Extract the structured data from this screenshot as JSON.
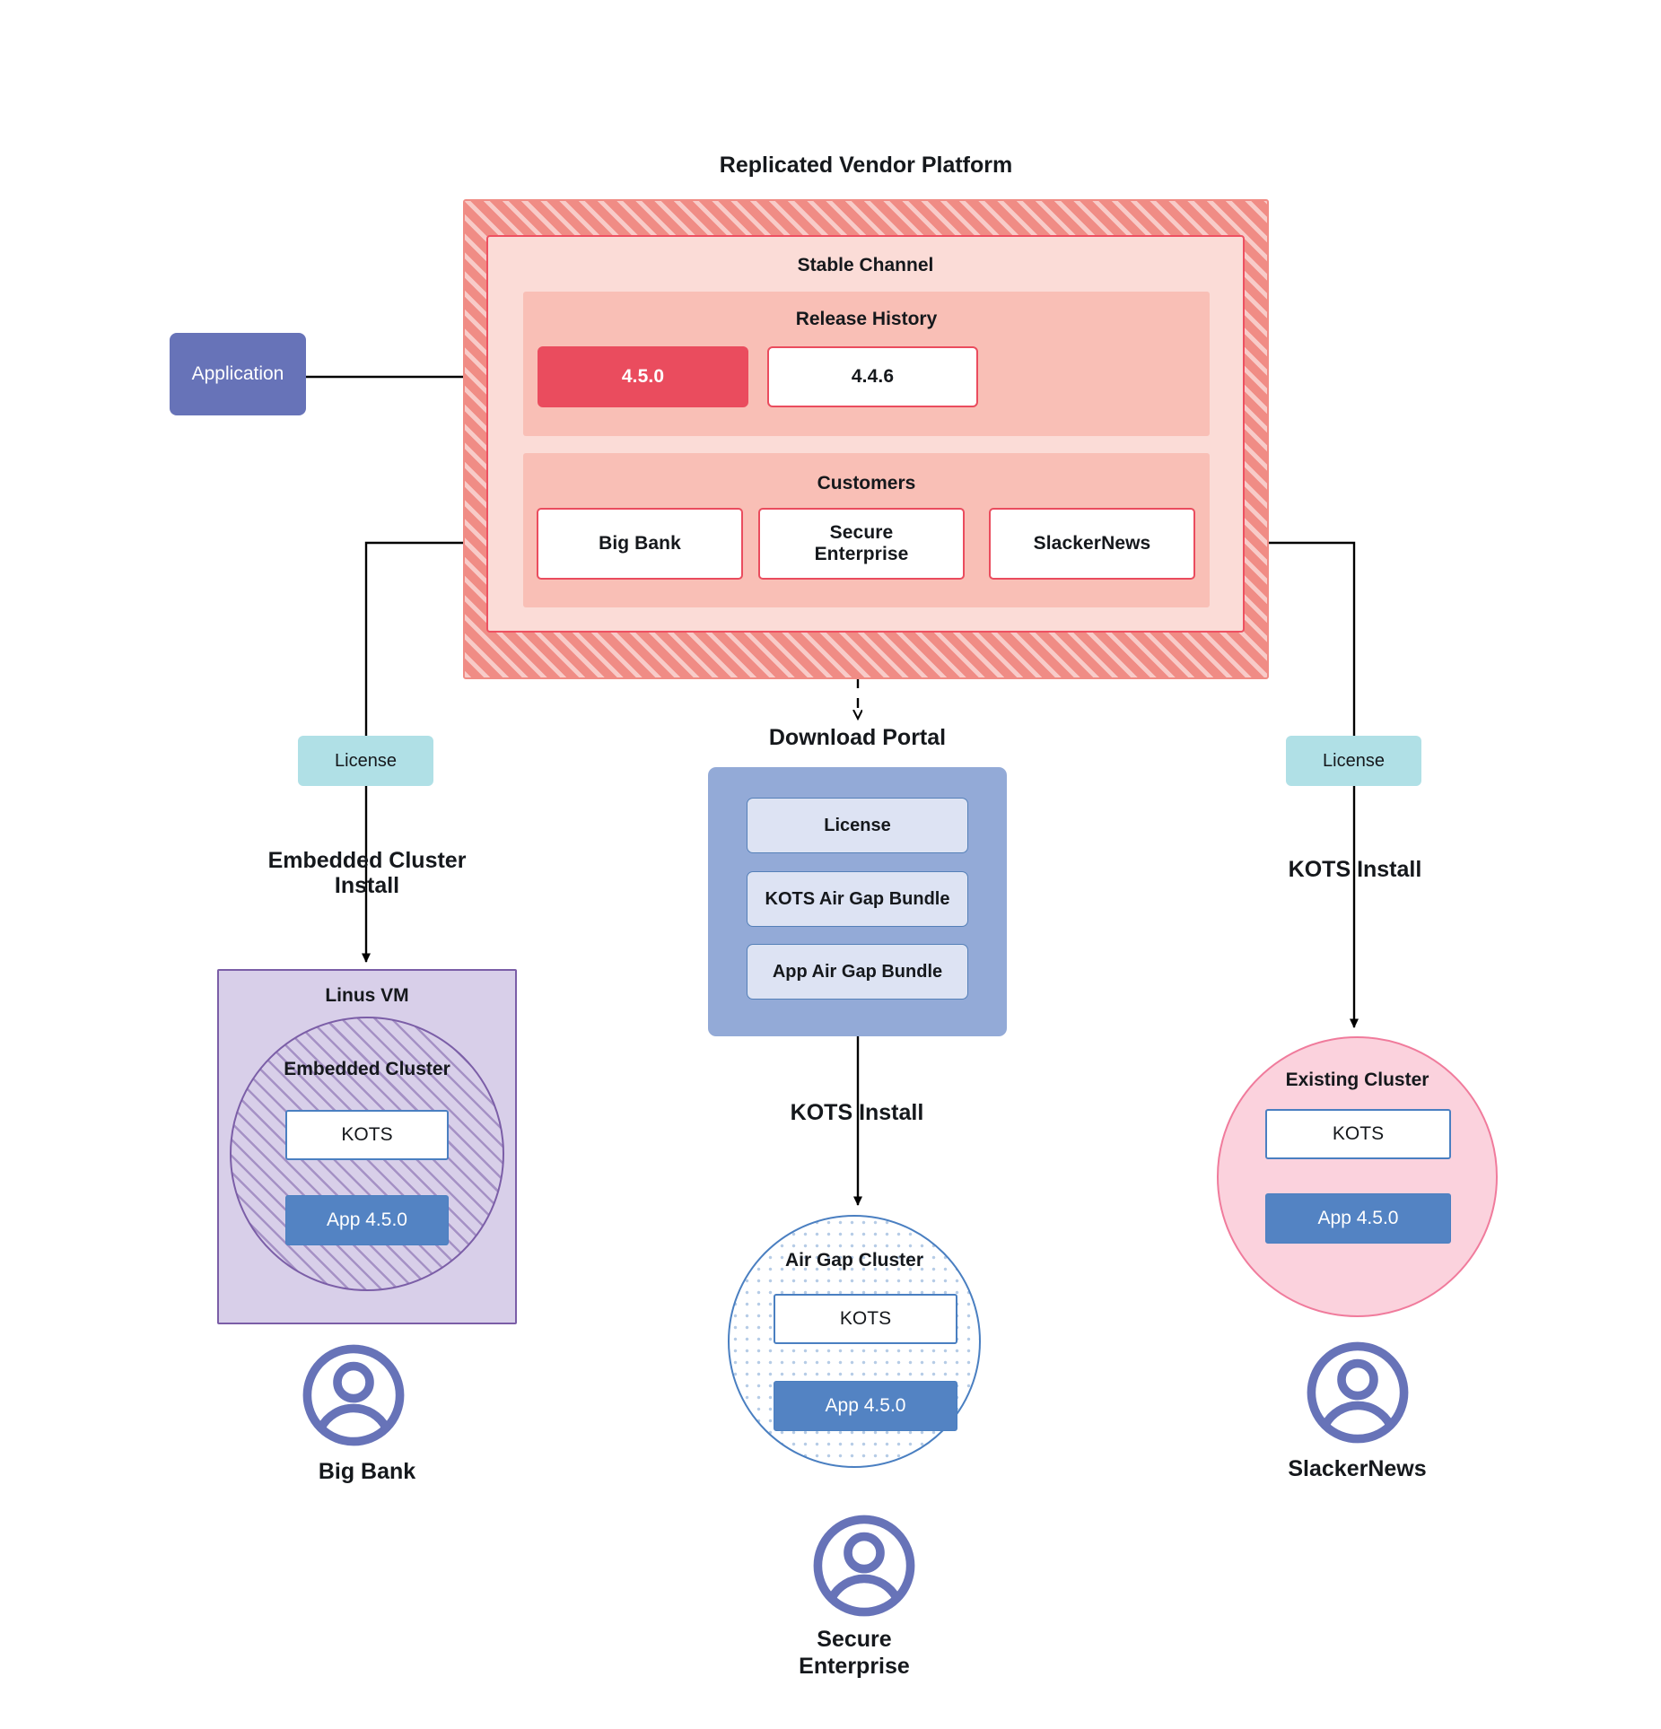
{
  "diagram": {
    "title": "Replicated Vendor Platform"
  },
  "application": {
    "label": "Application"
  },
  "vendor_platform": {
    "title": "Replicated Vendor Platform",
    "channel_title": "Stable Channel",
    "release_history": {
      "title": "Release History",
      "releases": [
        {
          "version": "4.5.0",
          "state": "current",
          "fill": "#ea4c5e",
          "text_color": "#ffffff"
        },
        {
          "version": "4.4.6",
          "state": "previous",
          "fill": "#ffffff",
          "text_color": "#15181c"
        }
      ]
    },
    "customers": {
      "title": "Customers",
      "items": [
        {
          "name": "Big Bank"
        },
        {
          "name": "Secure\nEnterprise",
          "line1": "Secure",
          "line2": "Enterprise"
        },
        {
          "name": "SlackerNews"
        }
      ]
    }
  },
  "license_chips": {
    "left_label": "License",
    "right_label": "License"
  },
  "download_portal": {
    "title": "Download  Portal",
    "items": [
      {
        "label": "License"
      },
      {
        "label": "KOTS Air Gap Bundle"
      },
      {
        "label": "App Air Gap Bundle"
      }
    ]
  },
  "flows": {
    "embedded_install": "Embedded Cluster\nInstall",
    "embedded_install_line1": "Embedded Cluster",
    "embedded_install_line2": "Install",
    "kots_install_center": "KOTS Install",
    "kots_install_right": "KOTS Install"
  },
  "left_stack": {
    "host_label": "Linus VM",
    "cluster_label": "Embedded Cluster",
    "kots_label": "KOTS",
    "app_label": "App 4.5.0"
  },
  "center_stack": {
    "cluster_label": "Air Gap Cluster",
    "kots_label": "KOTS",
    "app_label": "App 4.5.0"
  },
  "right_stack": {
    "cluster_label": "Existing Cluster",
    "kots_label": "KOTS",
    "app_label": "App 4.5.0"
  },
  "personas": [
    {
      "id": "big-bank",
      "label": "Big Bank",
      "icon": "user-avatar-icon"
    },
    {
      "id": "secure-enterprise",
      "label": "Secure\nEnterprise",
      "line1": "Secure",
      "line2": "Enterprise",
      "icon": "user-avatar-icon"
    },
    {
      "id": "slacker-news",
      "label": "SlackerNews",
      "icon": "user-avatar-icon"
    }
  ],
  "colors": {
    "platform_hatch": "#f08c85",
    "channel_fill": "#fbdcd7",
    "group_fill": "#f9bfb6",
    "red_accent": "#ea4c5e",
    "application_fill": "#6773b8",
    "license_fill": "#b0e0e6",
    "portal_fill": "#93aad7",
    "portal_item_fill": "#dde3f3",
    "vm_fill": "#d8cfe9",
    "vm_stroke": "#7b5ea7",
    "airgap_stroke": "#4a7fc1",
    "existing_fill": "#fbd2dd",
    "existing_stroke": "#f07b9c",
    "app_fill": "#5383c3",
    "avatar_stroke": "#6773b8"
  }
}
